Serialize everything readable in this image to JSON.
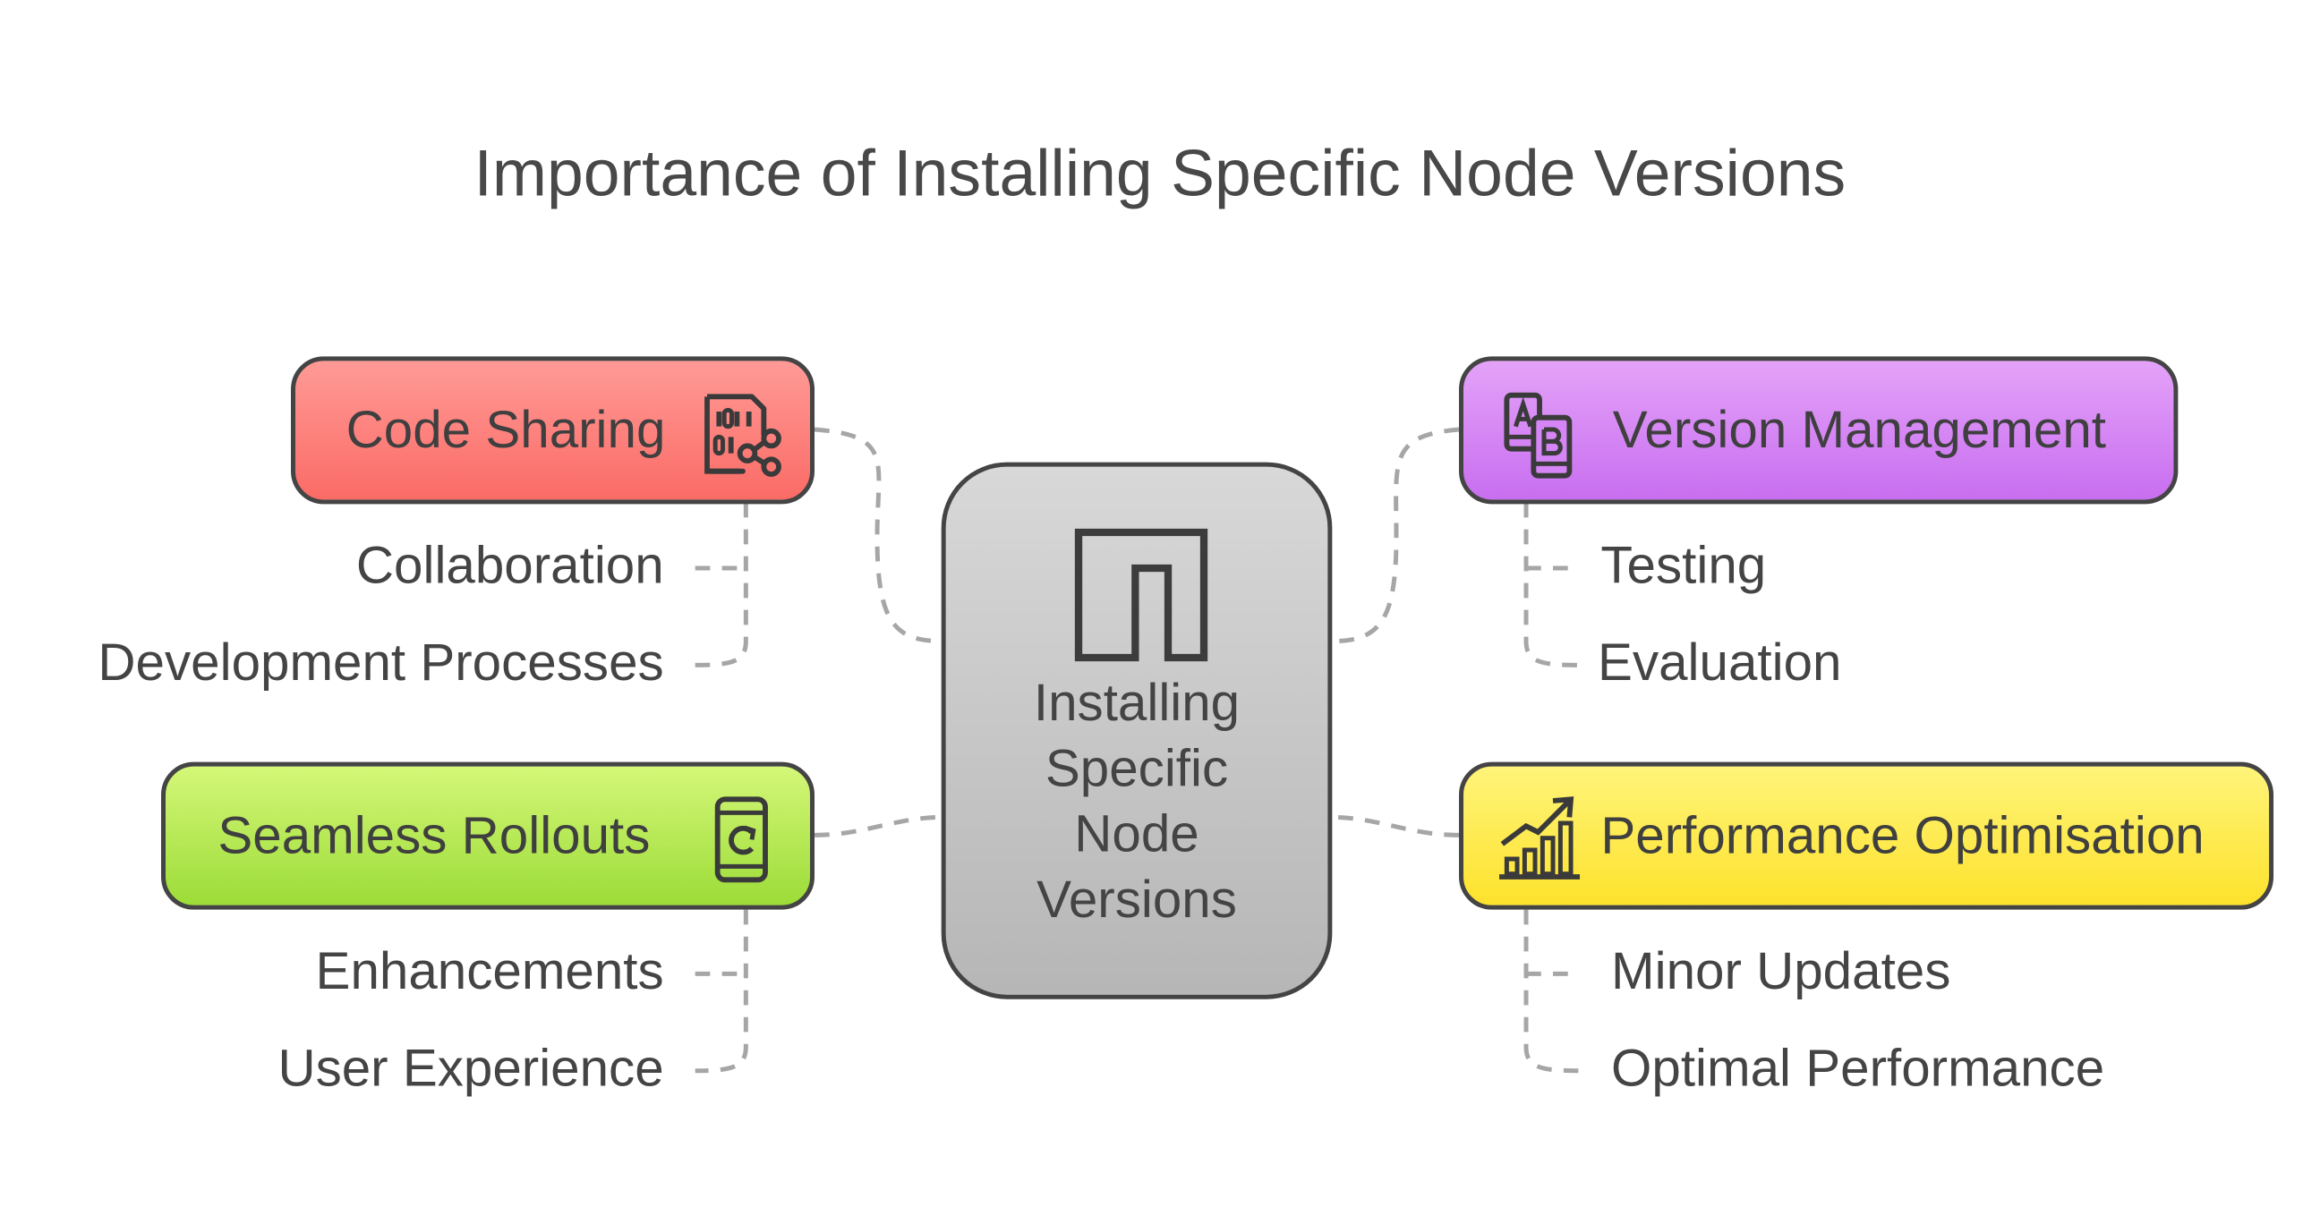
{
  "title": "Importance of Installing Specific Node Versions",
  "center": {
    "lines": [
      "Installing",
      "Specific",
      "Node",
      "Versions"
    ],
    "icon": "node-logo-icon"
  },
  "branches": {
    "code_sharing": {
      "label": "Code Sharing",
      "icon": "code-share-icon",
      "color": "#fb7772",
      "items": [
        "Collaboration",
        "Development Processes"
      ]
    },
    "version_management": {
      "label": "Version Management",
      "icon": "ab-devices-icon",
      "color": "#d585f5",
      "items": [
        "Testing",
        "Evaluation"
      ]
    },
    "seamless_rollouts": {
      "label": "Seamless Rollouts",
      "icon": "phone-refresh-icon",
      "color": "#b5ea55",
      "items": [
        "Enhancements",
        "User Experience"
      ]
    },
    "performance_optimisation": {
      "label": "Performance Optimisation",
      "icon": "growth-chart-icon",
      "color": "#feec50",
      "items": [
        "Minor Updates",
        "Optimal Performance"
      ]
    }
  }
}
